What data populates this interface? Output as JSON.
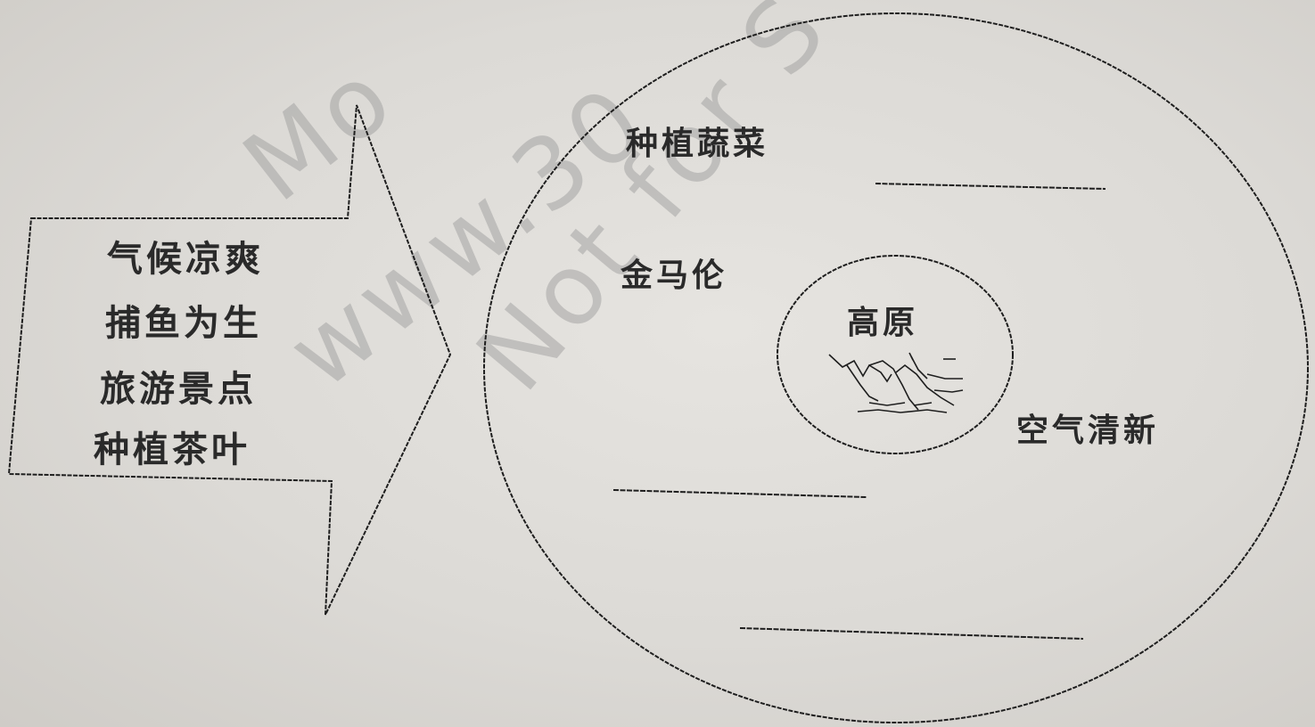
{
  "arrow": {
    "lines": [
      "气候凉爽",
      "捕鱼为生",
      "旅游景点",
      "种植茶叶"
    ]
  },
  "outer_circle": {
    "labels": {
      "vegetables": "种植蔬菜",
      "kimalon": "金马伦",
      "fresh_air": "空气清新"
    },
    "blank_count": 3
  },
  "inner_circle": {
    "label": "高原",
    "icon": "mountain-sketch-icon"
  },
  "watermark": {
    "line1": "Mo",
    "line2": "www.30",
    "line3": "Not for S"
  }
}
